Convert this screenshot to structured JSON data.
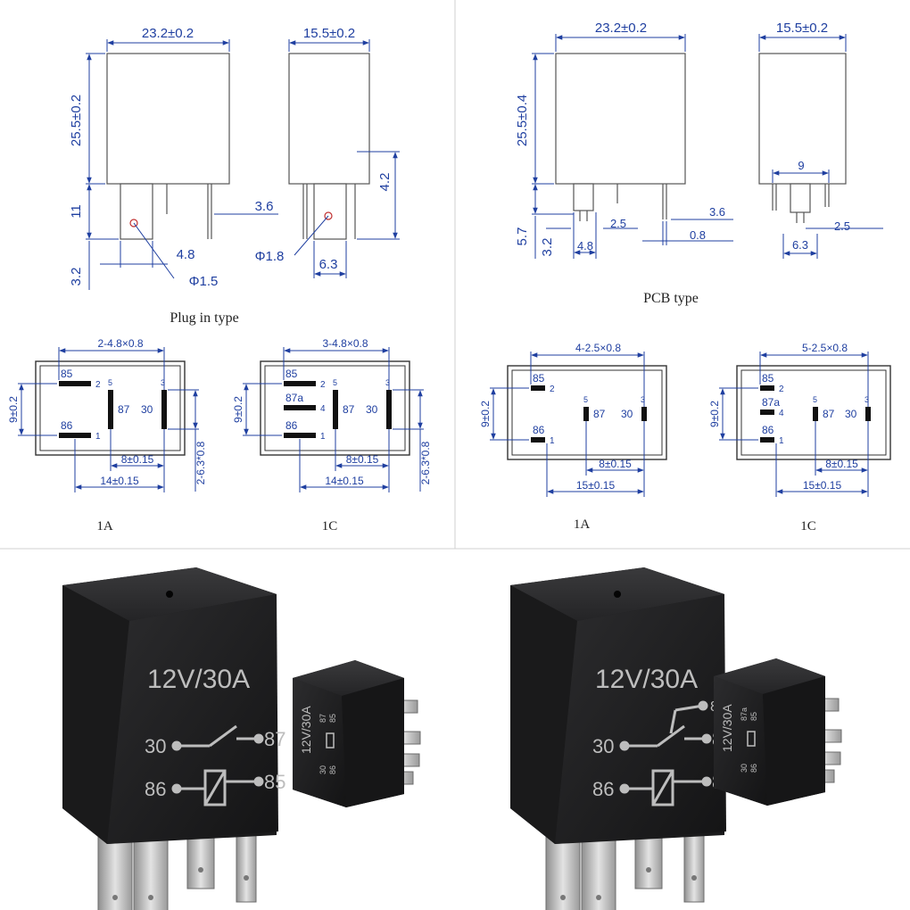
{
  "plug_in": {
    "caption": "Plug in type",
    "front": {
      "width": "23.2±0.2",
      "height": "25.5±0.2",
      "pin_len": "11",
      "pin_w": "4.8",
      "base": "3.2",
      "hole": "Φ1.5",
      "pin_side": "3.6"
    },
    "side": {
      "width": "15.5±0.2",
      "pin_off": "4.2",
      "hole": "Φ1.8",
      "pin_w": "6.3"
    }
  },
  "pcb": {
    "caption": "PCB type",
    "front": {
      "width": "23.2±0.2",
      "height": "25.5±0.4",
      "pin_len": "5.7",
      "base": "3.2",
      "pin_w": "4.8",
      "pitch": "2.5",
      "pin_side": "3.6",
      "pin_t": "0.8"
    },
    "side": {
      "width": "15.5±0.2",
      "inner": "9",
      "pitch": "2.5",
      "pin_w": "6.3"
    }
  },
  "layouts": [
    {
      "caption": "1A",
      "top": "2-4.8×0.8",
      "vert": "9±0.2",
      "side": "2-6.3*0.8",
      "inner": "8±0.15",
      "outer": "14±0.15",
      "pins": {
        "p85": "85",
        "p2": "2",
        "p87a": "",
        "p4": "",
        "p86": "86",
        "p1": "1",
        "p5": "5",
        "p87": "87",
        "p3": "3",
        "p30": "30"
      }
    },
    {
      "caption": "1C",
      "top": "3-4.8×0.8",
      "vert": "9±0.2",
      "side": "2-6.3*0.8",
      "inner": "8±0.15",
      "outer": "14±0.15",
      "pins": {
        "p85": "85",
        "p2": "2",
        "p87a": "87a",
        "p4": "4",
        "p86": "86",
        "p1": "1",
        "p5": "5",
        "p87": "87",
        "p3": "3",
        "p30": "30"
      }
    },
    {
      "caption": "1A",
      "top": "4-2.5×0.8",
      "vert": "9±0.2",
      "inner": "8±0.15",
      "outer": "15±0.15",
      "pins": {
        "p85": "85",
        "p2": "2",
        "p87a": "",
        "p4": "",
        "p86": "86",
        "p1": "1",
        "p5": "5",
        "p87": "87",
        "p3": "3",
        "p30": "30"
      }
    },
    {
      "caption": "1C",
      "top": "5-2.5×0.8",
      "vert": "9±0.2",
      "inner": "8±0.15",
      "outer": "15±0.15",
      "pins": {
        "p85": "85",
        "p2": "2",
        "p87a": "87a",
        "p4": "4",
        "p86": "86",
        "p1": "1",
        "p5": "5",
        "p87": "87",
        "p3": "3",
        "p30": "30"
      }
    }
  ],
  "photos": [
    {
      "rating": "12V/30A",
      "pins": {
        "a": "30",
        "b": "87",
        "c": "86",
        "d": "85",
        "e": ""
      },
      "small": {
        "rating": "12V/30A",
        "a": "87",
        "b": "85",
        "c": "30",
        "d": "86"
      }
    },
    {
      "rating": "12V/30A",
      "pins": {
        "a": "30",
        "b": "87",
        "c": "86",
        "d": "85",
        "e": "87a"
      },
      "small": {
        "rating": "12V/30A",
        "a": "87a",
        "b": "85",
        "c": "30",
        "d": "86"
      }
    }
  ],
  "colors": {
    "dimension": "#1f3fa0",
    "relay_body": "#1b1b1c",
    "marking": "#bdbdbd",
    "terminal": "#b9b9b9"
  }
}
